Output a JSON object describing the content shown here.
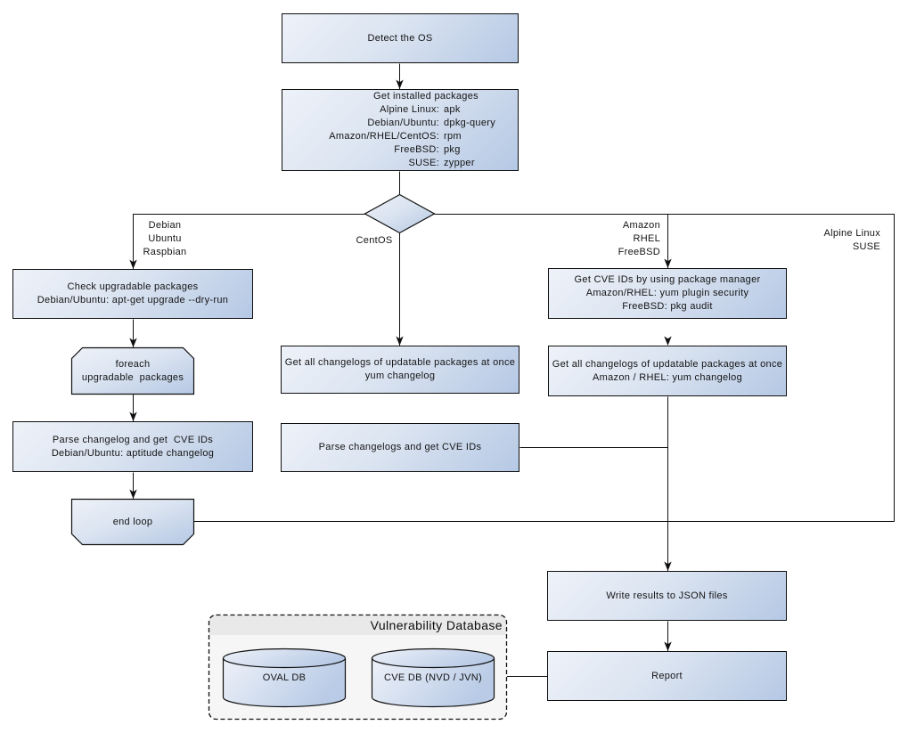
{
  "colors": {
    "node_gradient_start": "#eef2f9",
    "node_gradient_end": "#b5c8e4",
    "node_border": "#101010",
    "connector": "#101010",
    "group_fill": "#f6f6f6",
    "group_header_fill": "#e9e9e9",
    "background": "#ffffff"
  },
  "nodes": {
    "detect_os": {
      "text": "Detect the OS"
    },
    "get_installed": {
      "title": "Get installed packages",
      "pairs": [
        {
          "l": "Alpine Linux:",
          "v": "apk"
        },
        {
          "l": "Debian/Ubuntu:",
          "v": "dpkg-query"
        },
        {
          "l": "Amazon/RHEL/CentOS:",
          "v": "rpm"
        },
        {
          "l": "FreeBSD:",
          "v": "pkg"
        },
        {
          "l": "SUSE:",
          "v": "zypper"
        }
      ]
    },
    "check_upgradable": {
      "lines": [
        "Check upgradable packages",
        "Debian/Ubuntu: apt-get upgrade --dry-run"
      ]
    },
    "foreach_loop": {
      "lines": [
        "foreach",
        "upgradable  packages"
      ]
    },
    "parse_changelog_deb": {
      "lines": [
        "Parse changelog and get  CVE IDs",
        "Debian/Ubuntu: aptitude changelog"
      ]
    },
    "end_loop": {
      "text": "end loop"
    },
    "get_changelogs_yum": {
      "lines": [
        "Get all changelogs of updatable packages at once",
        "yum changelog"
      ]
    },
    "parse_changelogs_yum": {
      "text": "Parse changelogs and get CVE IDs"
    },
    "get_cve_ids_pkg": {
      "lines": [
        "Get CVE IDs by using package manager",
        "Amazon/RHEL: yum plugin security",
        "FreeBSD: pkg audit"
      ]
    },
    "get_changelogs_amz": {
      "lines": [
        "Get all changelogs of updatable packages at once",
        "Amazon / RHEL: yum changelog"
      ]
    },
    "write_results": {
      "text": "Write results to JSON files"
    },
    "report": {
      "text": "Report"
    }
  },
  "branch_labels": {
    "debian": "Debian\nUbuntu\nRaspbian",
    "centos": "CentOS",
    "amazon": "Amazon\nRHEL\nFreeBSD",
    "alpine": "Alpine Linux\nSUSE"
  },
  "database": {
    "title": "Vulnerability Database",
    "cylinders": [
      {
        "label": "OVAL DB"
      },
      {
        "label": "CVE DB (NVD / JVN)"
      }
    ]
  }
}
